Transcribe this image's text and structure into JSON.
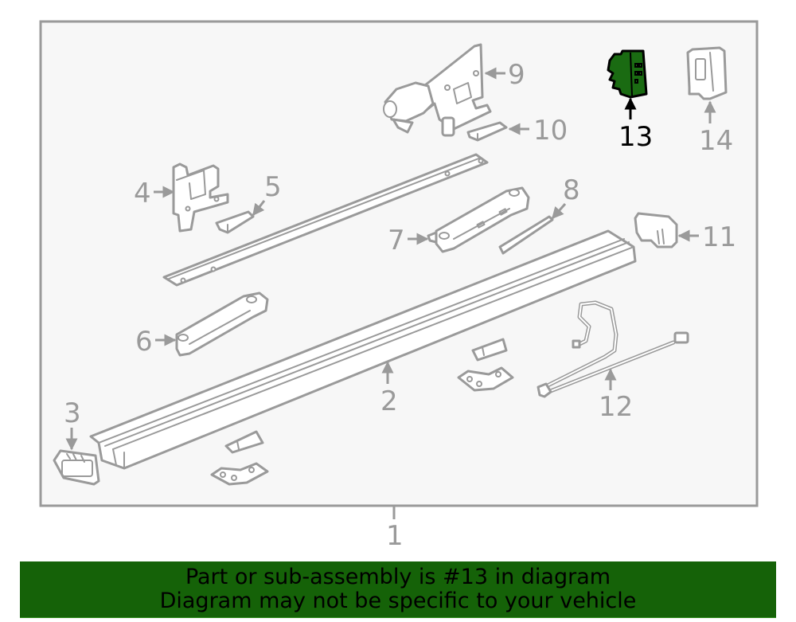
{
  "diagram": {
    "title": "Running board assembly parts diagram",
    "highlighted_part": "13",
    "highlight_color": "#1a6b12",
    "line_color": "#9a9a9a",
    "background_color": "#f7f7f7",
    "callouts": [
      {
        "id": "1",
        "label": "1",
        "part": "assembly"
      },
      {
        "id": "2",
        "label": "2",
        "part": "running-board"
      },
      {
        "id": "3",
        "label": "3",
        "part": "end-cap"
      },
      {
        "id": "4",
        "label": "4",
        "part": "mounting-bracket"
      },
      {
        "id": "5",
        "label": "5",
        "part": "clip"
      },
      {
        "id": "6",
        "label": "6",
        "part": "rear-arm"
      },
      {
        "id": "7",
        "label": "7",
        "part": "front-arm"
      },
      {
        "id": "8",
        "label": "8",
        "part": "trim-strip"
      },
      {
        "id": "9",
        "label": "9",
        "part": "motor-bracket"
      },
      {
        "id": "10",
        "label": "10",
        "part": "clip"
      },
      {
        "id": "11",
        "label": "11",
        "part": "end-cap"
      },
      {
        "id": "12",
        "label": "12",
        "part": "wiring-harness"
      },
      {
        "id": "13",
        "label": "13",
        "part": "control-module"
      },
      {
        "id": "14",
        "label": "14",
        "part": "bracket"
      }
    ]
  },
  "banner": {
    "background_color": "#156208",
    "line1": "Part or sub-assembly is #13 in diagram",
    "line2": "Diagram may not be specific to your vehicle"
  }
}
